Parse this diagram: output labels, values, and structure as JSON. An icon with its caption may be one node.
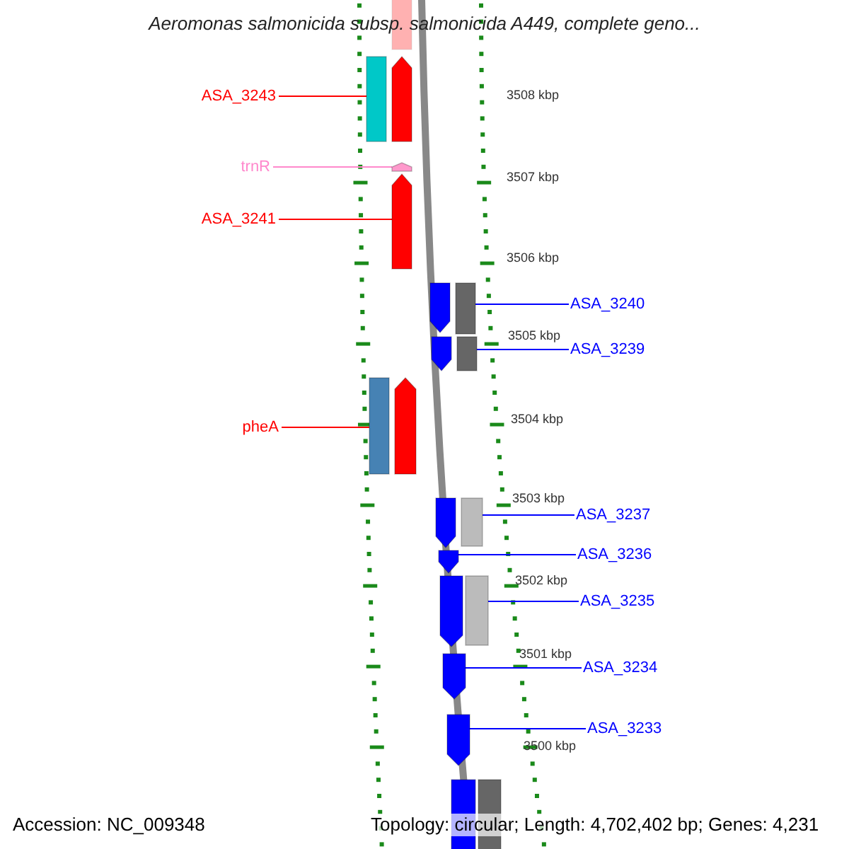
{
  "diagram": {
    "title": "Aeromonas salmonicida subsp. salmonicida A449, complete geno...",
    "nodes": [
      {
        "text": [
          "ASA_3243"
        ]
      },
      {
        "text": [
          "trnR"
        ]
      },
      {
        "text": [
          "ASA_3241"
        ]
      },
      {
        "text": [
          "pheA"
        ]
      },
      {
        "text": [
          "ASA_3240"
        ]
      },
      {
        "text": [
          "ASA_3239"
        ]
      },
      {
        "text": [
          "ASA_3237"
        ]
      },
      {
        "text": [
          "ASA_3236"
        ]
      },
      {
        "text": [
          "ASA_3235"
        ]
      },
      {
        "text": [
          "ASA_3234"
        ]
      },
      {
        "text": [
          "ASA_3233"
        ]
      },
      {
        "text": [],
        "shape": "box"
      },
      {
        "text": [],
        "shape": "box"
      },
      {
        "text": [],
        "shape": "pentagon"
      },
      {
        "text": [],
        "shape": "pentagon"
      },
      {
        "text": [],
        "shape": "pentagon"
      },
      {
        "text": [],
        "shape": "pentagon"
      },
      {
        "text": [],
        "shape": "box"
      },
      {
        "text": [],
        "shape": "pentagon"
      },
      {
        "text": [],
        "shape": "box"
      },
      {
        "text": [],
        "shape": "box"
      },
      {
        "text": [],
        "shape": "pentagon"
      },
      {
        "text": [],
        "shape": "pentagon"
      },
      {
        "text": [],
        "shape": "box"
      },
      {
        "text": [],
        "shape": "pentagon"
      },
      {
        "text": [],
        "shape": "pentagon"
      },
      {
        "text": [],
        "shape": "box"
      },
      {
        "text": [],
        "shape": "pentagon"
      },
      {
        "text": [],
        "shape": "pentagon"
      },
      {
        "text": [],
        "shape": "box"
      },
      {
        "text": [],
        "shape": "box"
      }
    ],
    "edges": [
      {
        "from": 0,
        "to": 12,
        "arrow": "none",
        "color": "#ff0000"
      },
      {
        "from": 1,
        "to": 14,
        "arrow": "none",
        "color": "#ff88cc"
      },
      {
        "from": 2,
        "to": 15,
        "arrow": "none",
        "color": "#ff0000"
      },
      {
        "from": 3,
        "to": 20,
        "arrow": "none",
        "color": "#ff0000"
      },
      {
        "from": 4,
        "to": 17,
        "arrow": "none"
      },
      {
        "from": 5,
        "to": 19,
        "arrow": "none"
      },
      {
        "from": 6,
        "to": 23,
        "arrow": "none"
      },
      {
        "from": 7,
        "to": 24,
        "arrow": "none"
      },
      {
        "from": 8,
        "to": 26,
        "arrow": "none"
      },
      {
        "from": 9,
        "to": 27,
        "arrow": "none"
      },
      {
        "from": 10,
        "to": 28,
        "arrow": "none"
      }
    ],
    "labels": [
      "3508 kbp",
      "3507 kbp",
      "3506 kbp",
      "3505 kbp",
      "3504 kbp",
      "3503 kbp",
      "3502 kbp",
      "3501 kbp",
      "3500 kbp",
      "Accession: NC_009348",
      "Topology: circular; Length: 4,702,402 bp; Genes: 4,231"
    ]
  }
}
